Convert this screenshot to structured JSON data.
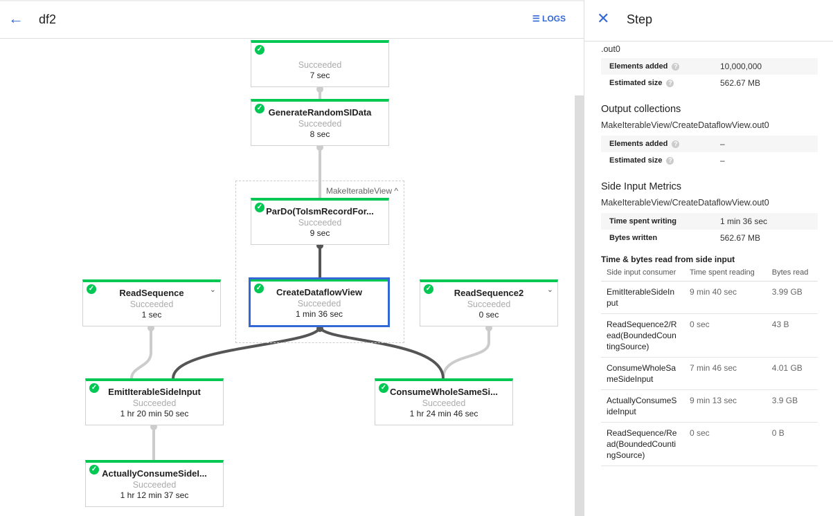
{
  "header": {
    "title": "df2",
    "logs_label": "LOGS",
    "back_icon": "arrow-left-icon",
    "logs_icon": "list-icon"
  },
  "colors": {
    "accent": "#3367d6",
    "success": "#00c853"
  },
  "graph": {
    "group_label": "MakeIterableView",
    "nodes": [
      {
        "name": "",
        "status": "Succeeded",
        "duration": "7 sec"
      },
      {
        "name": "GenerateRandomSIData",
        "status": "Succeeded",
        "duration": "8 sec"
      },
      {
        "name": "ParDo(ToIsmRecordFor...",
        "status": "Succeeded",
        "duration": "9 sec"
      },
      {
        "name": "CreateDataflowView",
        "status": "Succeeded",
        "duration": "1 min 36 sec"
      },
      {
        "name": "ReadSequence",
        "status": "Succeeded",
        "duration": "1 sec"
      },
      {
        "name": "ReadSequence2",
        "status": "Succeeded",
        "duration": "0 sec"
      },
      {
        "name": "EmitIterableSideInput",
        "status": "Succeeded",
        "duration": "1 hr 20 min 50 sec"
      },
      {
        "name": "ConsumeWholeSameSi...",
        "status": "Succeeded",
        "duration": "1 hr 24 min 46 sec"
      },
      {
        "name": "ActuallyConsumeSideI...",
        "status": "Succeeded",
        "duration": "1 hr 12 min 37 sec"
      }
    ]
  },
  "panel": {
    "title": "Step",
    "cut_text": ".out0",
    "input_metrics": [
      {
        "label": "Elements added",
        "value": "10,000,000"
      },
      {
        "label": "Estimated size",
        "value": "562.67 MB"
      }
    ],
    "output_heading": "Output collections",
    "output_collection": "MakeIterableView/CreateDataflowView.out0",
    "output_metrics": [
      {
        "label": "Elements added",
        "value": "–"
      },
      {
        "label": "Estimated size",
        "value": "–"
      }
    ],
    "side_heading": "Side Input Metrics",
    "side_collection": "MakeIterableView/CreateDataflowView.out0",
    "side_metrics": [
      {
        "label": "Time spent writing",
        "value": "1 min 36 sec"
      },
      {
        "label": "Bytes written",
        "value": "562.67 MB"
      }
    ],
    "read_heading": "Time & bytes read from side input",
    "columns": [
      "Side input consumer",
      "Time spent reading",
      "Bytes read"
    ],
    "rows": [
      [
        "EmitIterableSideInput",
        "9 min 40 sec",
        "3.99 GB"
      ],
      [
        "ReadSequence2/Read(BoundedCountingSource)",
        "0 sec",
        "43 B"
      ],
      [
        "ConsumeWholeSameSideInput",
        "7 min 46 sec",
        "4.01 GB"
      ],
      [
        "ActuallyConsumeSideInput",
        "9 min 13 sec",
        "3.9 GB"
      ],
      [
        "ReadSequence/Read(BoundedCountingSource)",
        "0 sec",
        "0 B"
      ]
    ]
  }
}
